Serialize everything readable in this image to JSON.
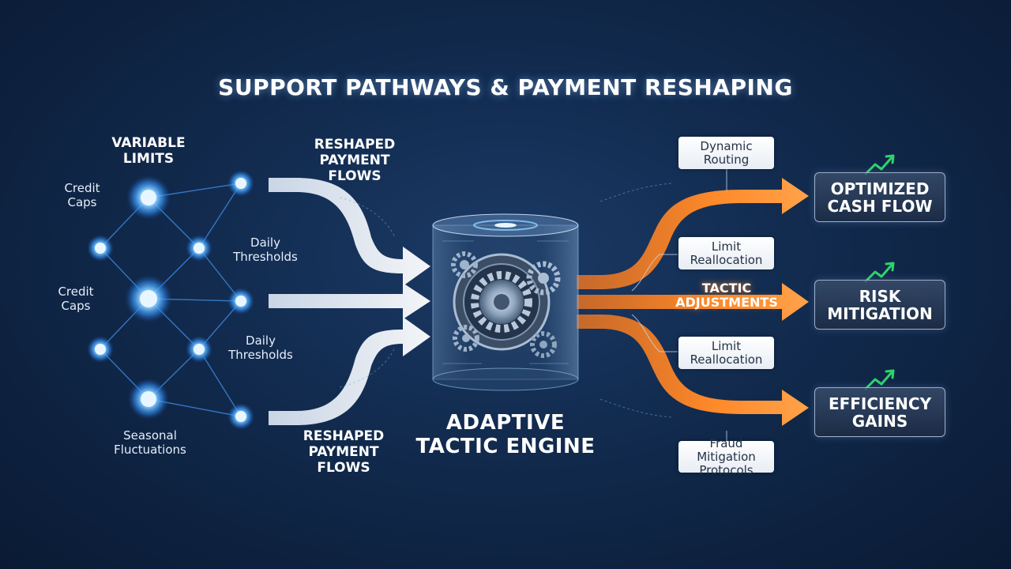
{
  "title": "SUPPORT PATHWAYS & PAYMENT RESHAPING",
  "left": {
    "heading_line1": "VARIABLE",
    "heading_line2": "LIMITS",
    "labels": [
      {
        "line1": "Credit",
        "line2": "Caps"
      },
      {
        "line1": "Daily",
        "line2": "Thresholds"
      },
      {
        "line1": "Credit",
        "line2": "Caps"
      },
      {
        "line1": "Daily",
        "line2": "Thresholds"
      },
      {
        "line1": "Seasonal",
        "line2": "Fluctuations"
      }
    ]
  },
  "flows": {
    "top": {
      "line1": "RESHAPED",
      "line2": "PAYMENT",
      "line3": "FLOWS"
    },
    "bottom": {
      "line1": "RESHAPED",
      "line2": "PAYMENT",
      "line3": "FLOWS"
    }
  },
  "engine": {
    "line1": "ADAPTIVE",
    "line2": "TACTIC ENGINE"
  },
  "tactic": {
    "line1": "TACTIC",
    "line2": "ADJUSTMENTS"
  },
  "tags": [
    {
      "line1": "Dynamic",
      "line2": "Routing"
    },
    {
      "line1": "Limit",
      "line2": "Reallocation"
    },
    {
      "line1": "Limit",
      "line2": "Reallocation"
    },
    {
      "line1": "Fraud Mitigation",
      "line2": "Protocols"
    }
  ],
  "outcomes": [
    {
      "line1": "OPTIMIZED",
      "line2": "CASH FLOW"
    },
    {
      "line1": "RISK",
      "line2": "MITIGATION"
    },
    {
      "line1": "EFFICIENCY",
      "line2": "GAINS"
    }
  ],
  "colors": {
    "accent_orange": "#ff8a2a",
    "node_blue": "#4fb3ff",
    "trend_green": "#2fd36b"
  }
}
